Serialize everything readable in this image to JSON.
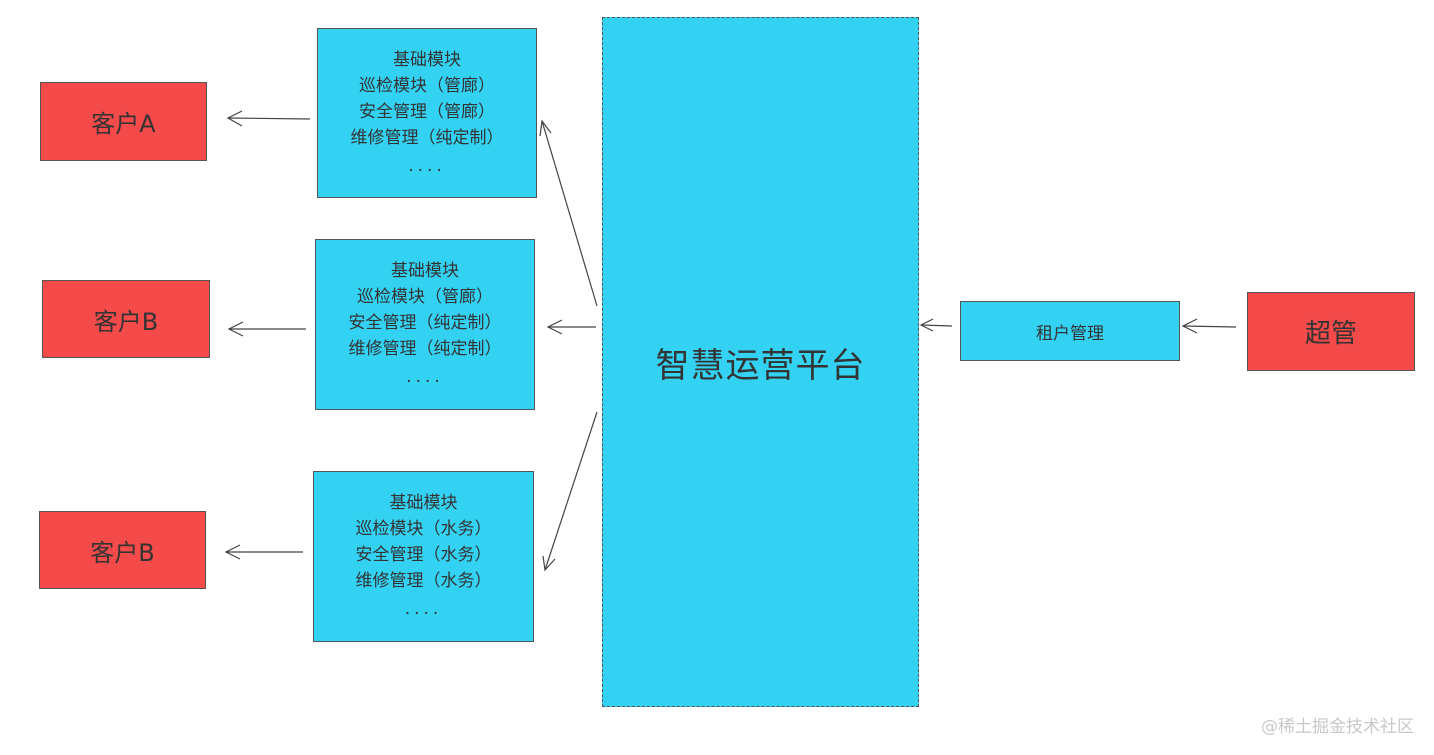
{
  "clients": [
    {
      "label": "客户A"
    },
    {
      "label": "客户B"
    },
    {
      "label": "客户B"
    }
  ],
  "modules": [
    {
      "lines": [
        "基础模块",
        "巡检模块（管廊）",
        "安全管理（管廊）",
        "维修管理（纯定制）"
      ],
      "ellipsis": "...."
    },
    {
      "lines": [
        "基础模块",
        "巡检模块（管廊）",
        "安全管理（纯定制）",
        "维修管理（纯定制）"
      ],
      "ellipsis": "...."
    },
    {
      "lines": [
        "基础模块",
        "巡检模块（水务）",
        "安全管理（水务）",
        "维修管理（水务）"
      ],
      "ellipsis": "...."
    }
  ],
  "platform": {
    "label": "智慧运营平台"
  },
  "tenant": {
    "label": "租户管理"
  },
  "admin": {
    "label": "超管"
  },
  "watermark": "@稀土掘金技术社区",
  "colors": {
    "client_fill": "#f44a4a",
    "module_fill": "#33d2f3",
    "arrow": "#444444"
  }
}
